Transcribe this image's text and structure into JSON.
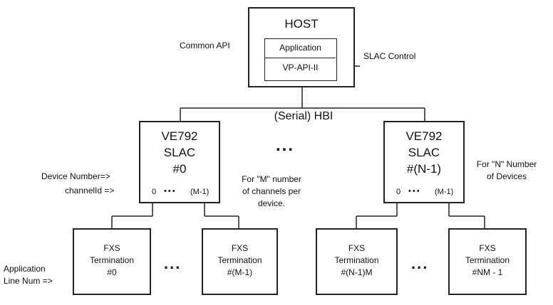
{
  "host": {
    "title": "HOST",
    "application": "Application",
    "api": "VP-API-II"
  },
  "labels": {
    "common_api": "Common API",
    "slac_control": "SLAC Control",
    "hbi": "(Serial) HBI",
    "middle_dots": "...",
    "device_number": "Device Number=>",
    "channel_id": "channelId =>",
    "m_channels": [
      "For \"M\" number",
      "of channels per",
      "device."
    ],
    "n_devices": [
      "For \"N\" Number",
      "of Devices"
    ],
    "app_line_num": [
      "Application",
      "Line Num =>"
    ],
    "dots_fxs": "..."
  },
  "slacs": [
    {
      "l1": "VE792",
      "l2": "SLAC",
      "l3": "#0",
      "ch_start": "0",
      "ch_dots": "•••",
      "ch_end": "(M-1)"
    },
    {
      "l1": "VE792",
      "l2": "SLAC",
      "l3": "#(N-1)",
      "ch_start": "0",
      "ch_dots": "•••",
      "ch_end": "(M-1)"
    }
  ],
  "fxs": [
    {
      "l1": "FXS",
      "l2": "Termination",
      "l3": "#0"
    },
    {
      "l1": "FXS",
      "l2": "Termination",
      "l3": "#(M-1)"
    },
    {
      "l1": "FXS",
      "l2": "Termination",
      "l3": "#(N-1)M"
    },
    {
      "l1": "FXS",
      "l2": "Termination",
      "l3": "#NM - 1"
    }
  ]
}
